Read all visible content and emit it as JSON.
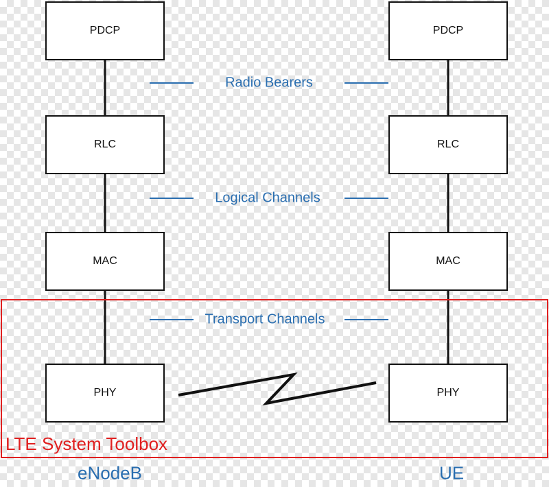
{
  "left_stack": {
    "pdcp": "PDCP",
    "rlc": "RLC",
    "mac": "MAC",
    "phy": "PHY"
  },
  "right_stack": {
    "pdcp": "PDCP",
    "rlc": "RLC",
    "mac": "MAC",
    "phy": "PHY"
  },
  "channels": {
    "radio_bearers": "Radio Bearers",
    "logical_channels": "Logical Channels",
    "transport_channels": "Transport Channels"
  },
  "toolbox": {
    "title": "LTE System Toolbox",
    "border_color": "#e02020"
  },
  "nodes": {
    "left": "eNodeB",
    "right": "UE"
  },
  "colors": {
    "label_blue": "#2a6eb0",
    "box_border": "#111111"
  }
}
